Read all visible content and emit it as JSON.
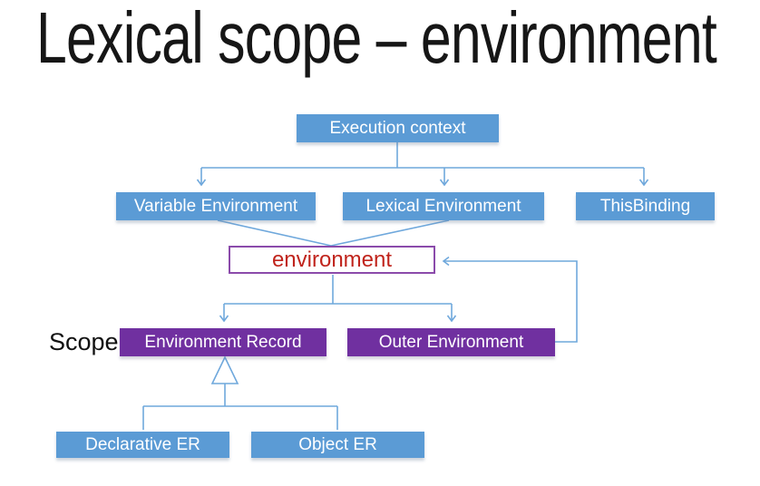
{
  "slide": {
    "title": "Lexical scope – environment"
  },
  "nodes": {
    "execution_context": "Execution context",
    "variable_environment": "Variable Environment",
    "lexical_environment": "Lexical Environment",
    "this_binding": "ThisBinding",
    "environment": "environment",
    "environment_record": "Environment Record",
    "outer_environment": "Outer Environment",
    "declarative_er": "Declarative ER",
    "object_er": "Object ER"
  },
  "labels": {
    "scope": "Scope"
  },
  "colors": {
    "box_blue": "#5b9bd5",
    "box_purple": "#7030a0",
    "connector_blue": "#6fa8dc",
    "environment_text_red": "#c0241c",
    "environment_border_purple": "#8b4bab",
    "title_black": "#161616"
  },
  "edges": [
    {
      "from": "Execution context",
      "to": "Variable Environment",
      "type": "arrow"
    },
    {
      "from": "Execution context",
      "to": "Lexical Environment",
      "type": "arrow"
    },
    {
      "from": "Execution context",
      "to": "ThisBinding",
      "type": "arrow"
    },
    {
      "from": "Variable Environment",
      "to": "environment",
      "type": "line"
    },
    {
      "from": "Lexical Environment",
      "to": "environment",
      "type": "line"
    },
    {
      "from": "environment",
      "to": "Environment Record",
      "type": "arrow"
    },
    {
      "from": "environment",
      "to": "Outer Environment",
      "type": "arrow"
    },
    {
      "from": "Outer Environment",
      "to": "environment",
      "type": "arrow-loop"
    },
    {
      "from": "Declarative ER",
      "to": "Environment Record",
      "type": "inheritance"
    },
    {
      "from": "Object ER",
      "to": "Environment Record",
      "type": "inheritance"
    }
  ]
}
